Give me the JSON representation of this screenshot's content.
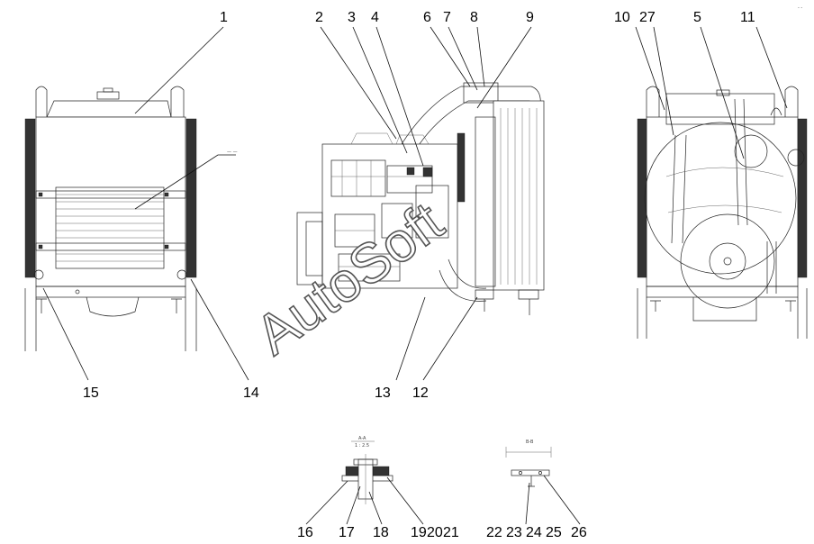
{
  "watermark": "AutoSoft",
  "labels": {
    "l1": "1",
    "l2": "2",
    "l3": "3",
    "l4": "4",
    "l5": "5",
    "l6": "6",
    "l7": "7",
    "l8": "8",
    "l9": "9",
    "l10": "10",
    "l11": "11",
    "l12": "12",
    "l13": "13",
    "l14": "14",
    "l15": "15",
    "l16": "16",
    "l17": "17",
    "l18": "18",
    "l19": "19",
    "l20": "20",
    "l21": "21",
    "l22": "22",
    "l23": "23",
    "l24": "24",
    "l25": "25",
    "l26": "26",
    "l27": "27"
  }
}
